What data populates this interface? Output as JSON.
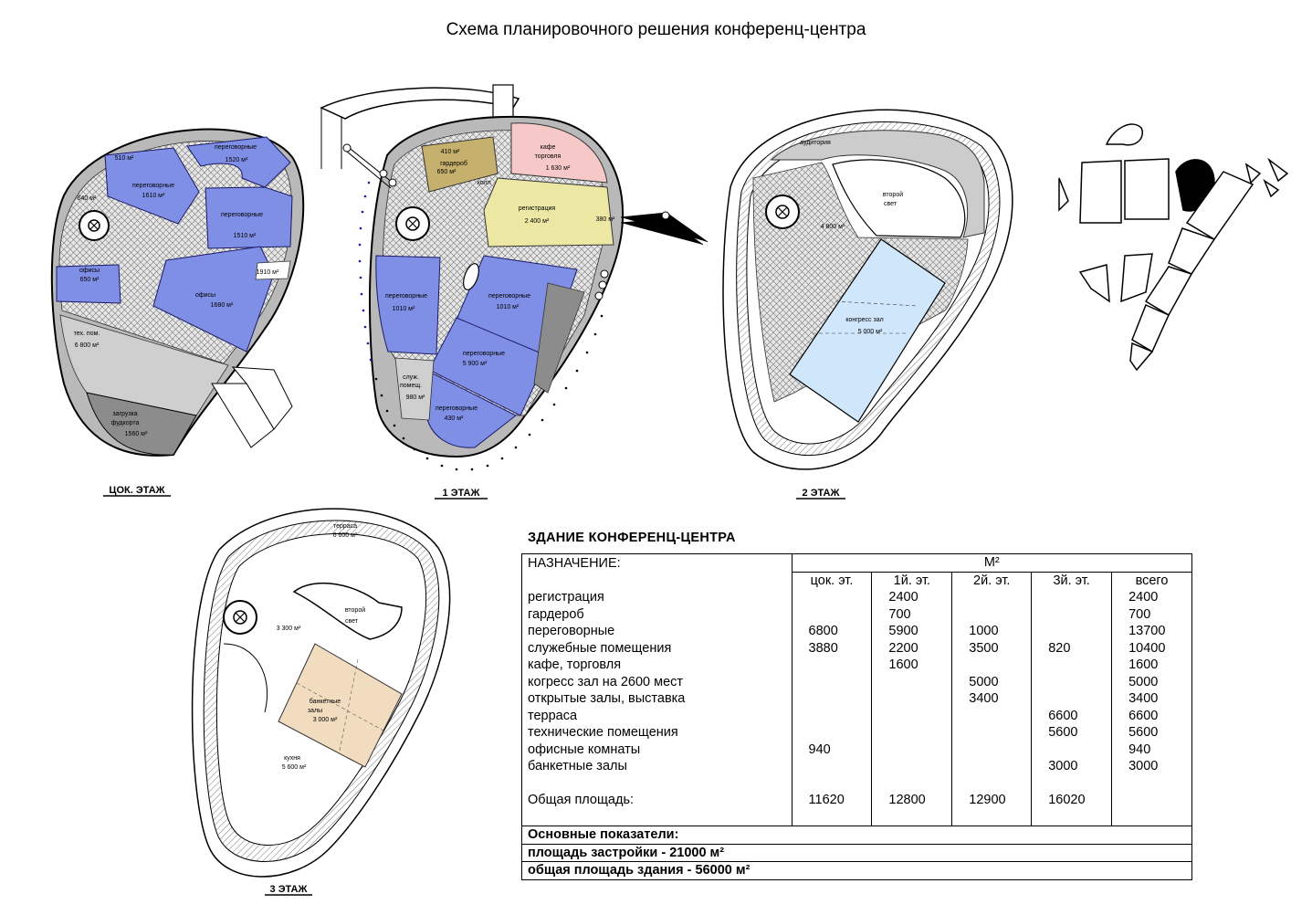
{
  "title": "Схема планировочного решения конференц-центра",
  "floors": {
    "basement": {
      "name": "ЦОК. ЭТАЖ",
      "labels": [
        "510 м²",
        "переговорные",
        "1520 м²",
        "переговорные",
        "1610 м²",
        "640 м²",
        "переговорные",
        "1510 м²",
        "1910 м²",
        "офисы",
        "650 м²",
        "офисы",
        "1680 м²",
        "тех. пом.",
        "6 800 м²",
        "загрузка",
        "фудкорта",
        "1560 м²"
      ]
    },
    "first": {
      "name": "1 ЭТАЖ",
      "labels": [
        "410 м²",
        "гардероб",
        "650 м²",
        "кафе",
        "торговля",
        "1 630 м²",
        "холл",
        "регистрация",
        "2 400 м²",
        "380 м²",
        "переговорные",
        "1010 м²",
        "переговорные",
        "1010 м²",
        "переговорные",
        "5 900 м²",
        "служ.",
        "помещ.",
        "980 м²",
        "переговорные",
        "430 м²"
      ]
    },
    "second": {
      "name": "2 ЭТАЖ",
      "labels": [
        "аудитория",
        "второй",
        "свет",
        "4 800 м²",
        "конгресс зал",
        "5 000 м²"
      ]
    },
    "third": {
      "name": "3 ЭТАЖ",
      "labels": [
        "терраса",
        "6 600 м²",
        "второй",
        "свет",
        "3 300 м²",
        "банкетные",
        "залы",
        "3 000 м²",
        "кухня",
        "5 600 м²"
      ]
    }
  },
  "table": {
    "title": "ЗДАНИЕ КОНФЕРЕНЦ-ЦЕНТРА",
    "purpose_header": "НАЗНАЧЕНИЕ:",
    "unit_header": "М²",
    "columns": [
      "цок. эт.",
      "1й. эт.",
      "2й. эт.",
      "3й. эт.",
      "всего"
    ],
    "rows": [
      {
        "name": "регистрация",
        "values": [
          "",
          "2400",
          "",
          "",
          "2400"
        ]
      },
      {
        "name": "гардероб",
        "values": [
          "",
          "700",
          "",
          "",
          "700"
        ]
      },
      {
        "name": "переговорные",
        "values": [
          "6800",
          "5900",
          "1000",
          "",
          "13700"
        ]
      },
      {
        "name": "служебные помещения",
        "values": [
          "3880",
          "2200",
          "3500",
          "820",
          "10400"
        ]
      },
      {
        "name": "кафе, торговля",
        "values": [
          "",
          "1600",
          "",
          "",
          "1600"
        ]
      },
      {
        "name": "когресс зал на 2600 мест",
        "values": [
          "",
          "",
          "5000",
          "",
          "5000"
        ]
      },
      {
        "name": "открытые залы, выставка",
        "values": [
          "",
          "",
          "3400",
          "",
          "3400"
        ]
      },
      {
        "name": "терраса",
        "values": [
          "",
          "",
          "",
          "6600",
          "6600"
        ]
      },
      {
        "name": "технические помещения",
        "values": [
          "",
          "",
          "",
          "5600",
          "5600"
        ]
      },
      {
        "name": "офисные комнаты",
        "values": [
          "940",
          "",
          "",
          "",
          "940"
        ]
      },
      {
        "name": "банкетные залы",
        "values": [
          "",
          "",
          "",
          "3000",
          "3000"
        ]
      }
    ],
    "total": {
      "name": "Общая площадь:",
      "values": [
        "11620",
        "12800",
        "12900",
        "16020",
        ""
      ]
    },
    "indicators": [
      "Основные показатели:",
      "площадь застройки - 21000 м²",
      "общая площадь здания - 56000 м²"
    ]
  }
}
